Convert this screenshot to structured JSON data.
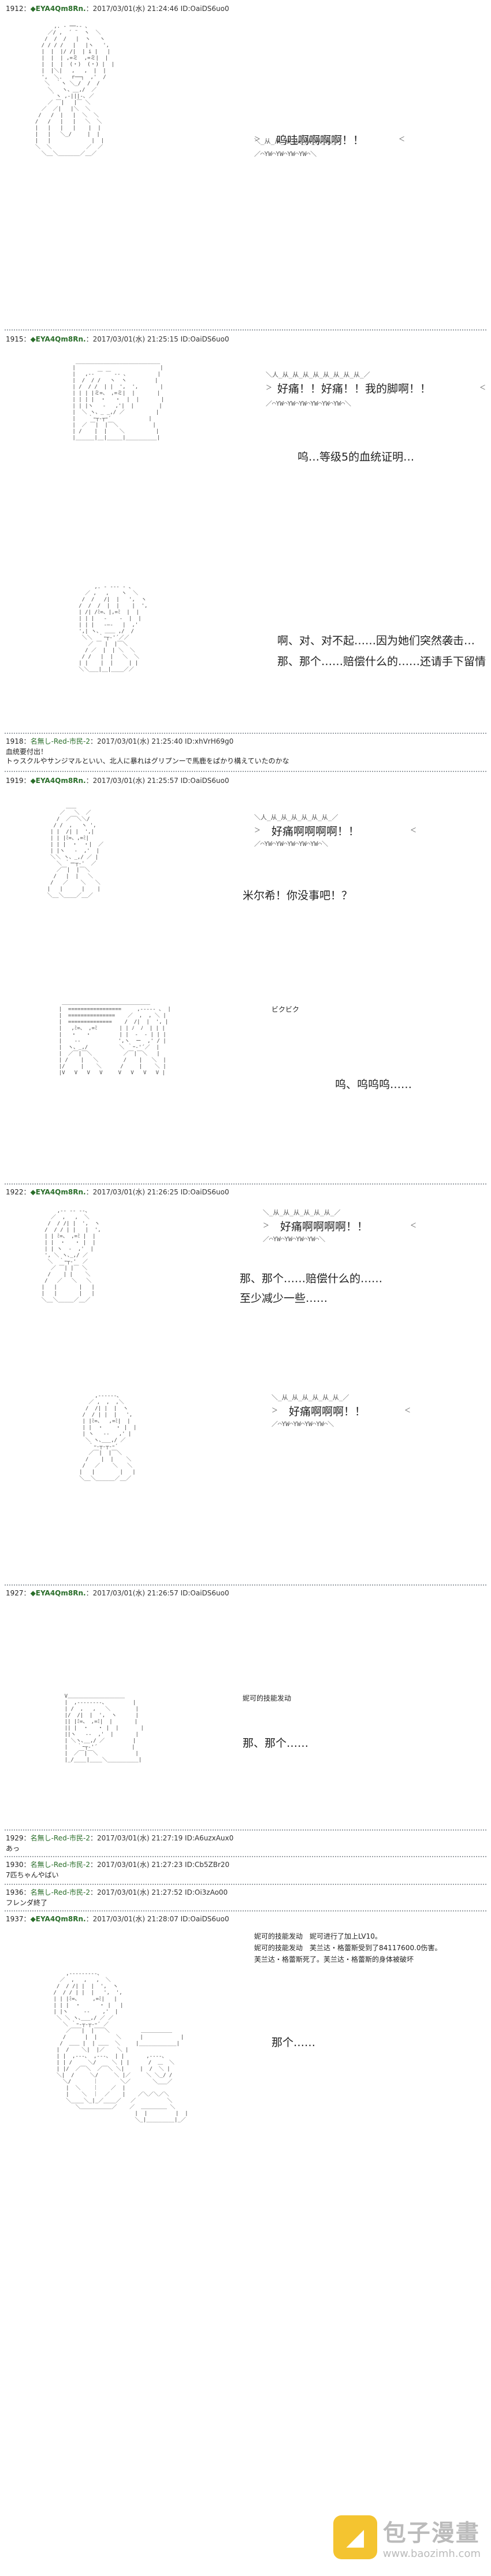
{
  "posts": [
    {
      "num": "1912",
      "sep": "：",
      "name": "◆EYA4Qm8Rn.",
      "meta": "：2017/03/01(水) 21:24:46 ID:OaiDS6uo0"
    },
    {
      "num": "1915",
      "sep": "：",
      "name": "◆EYA4Qm8Rn.",
      "meta": "：2017/03/01(水) 21:25:15 ID:OaiDS6uo0"
    },
    {
      "num": "1918",
      "sep": "：",
      "name": "名無し-Red-市民-2",
      "meta": "：2017/03/01(水) 21:25:40 ID:xhVrH69g0"
    },
    {
      "num": "1919",
      "sep": "：",
      "name": "◆EYA4Qm8Rn.",
      "meta": "：2017/03/01(水) 21:25:57 ID:OaiDS6uo0"
    },
    {
      "num": "1922",
      "sep": "：",
      "name": "◆EYA4Qm8Rn.",
      "meta": "：2017/03/01(水) 21:26:25 ID:OaiDS6uo0"
    },
    {
      "num": "1927",
      "sep": "：",
      "name": "◆EYA4Qm8Rn.",
      "meta": "：2017/03/01(水) 21:26:57 ID:OaiDS6uo0"
    },
    {
      "num": "1929",
      "sep": "：",
      "name": "名無し-Red-市民-2",
      "meta": "：2017/03/01(水) 21:27:19 ID:A6uzxAux0"
    },
    {
      "num": "1930",
      "sep": "：",
      "name": "名無し-Red-市民-2",
      "meta": "：2017/03/01(水) 21:27:23 ID:Cb5ZBr20"
    },
    {
      "num": "1936",
      "sep": "：",
      "name": "名無し-Red-市民-2",
      "meta": "：2017/03/01(水) 21:27:52 ID:Oi3zAo00"
    },
    {
      "num": "1937",
      "sep": "：",
      "name": "◆EYA4Qm8Rn.",
      "meta": "：2017/03/01(水) 21:28:07 ID:OaiDS6uo0"
    }
  ],
  "bursts": {
    "b1_top": "＼_从_从_从_从_从_从_从_／",
    "b1_text": "呜哇啊啊啊啊！！",
    "b1_l": "＞",
    "b1_r": "＜",
    "b1_bot": "／⌒YW⌒YW⌒YW⌒YW⌒＼",
    "b2_top": "＼人_从_从_从_从_从_从_从_从_／",
    "b2_text": "好痛！！好痛！！我的脚啊！！",
    "b2_bot": "／⌒YW⌒YW⌒YW⌒YW⌒YW⌒YW⌒＼",
    "b3_top": "＼人_从_从_从_从_从_从_／",
    "b3_text": "好痛啊啊啊啊！！",
    "b3_bot": "／⌒YW⌒YW⌒YW⌒YW⌒YW⌒＼",
    "b4_top": "＼_从_从_从_从_从_从_／",
    "b4_text": "好痛啊啊啊啊！！",
    "b4_bot": "／⌒YW⌒YW⌒YW⌒YW⌒＼",
    "b5_top": "＼_从_从_从_从_从_从_／",
    "b5_text": "好痛啊啊啊！！",
    "b5_bot": "／⌒YW⌒YW⌒YW⌒YW⌒＼"
  },
  "dialogue": {
    "d2_line": "呜…等级5的血统证明…",
    "d3_line1": "啊、对、对不起……因为她们突然袭击…",
    "d3_line2": "那、那个……赔偿什么的……还请手下留情",
    "d4_line": "米尔希！你没事吧！？",
    "d5_line": "呜、呜呜呜……",
    "d5_sfx": "ビクビク",
    "d6_line1": "那、那个……赔偿什么的……",
    "d6_line2": "至少减少一些……",
    "d8_note": "妮可的技能发动",
    "d8_line": "那、那个……",
    "d10_note1": "妮可的技能发动　妮可进行了加上LV10。",
    "d10_note2": "妮可的技能发动　芙兰达・格蕾斯受到了84117600.0伤害。",
    "d10_note3": "芙兰达・格蕾斯死了。芙兰达・格蕾斯的身体被破坏",
    "d10_line": "那个……"
  },
  "replies": {
    "r1_line1": "血统要付出！",
    "r1_line2": "トゥスクルやサンジマルといい、北人に暴れはグリプンーで馬鹿をぱかり構えていたのかな",
    "r2_line": "あっ",
    "r3_line": "7匹ちゃんやばい",
    "r4_line": "フレンダ終了"
  },
  "watermark": {
    "logo_glyph": "◢",
    "title": "包子漫畫",
    "url": "www.baozimh.com"
  }
}
